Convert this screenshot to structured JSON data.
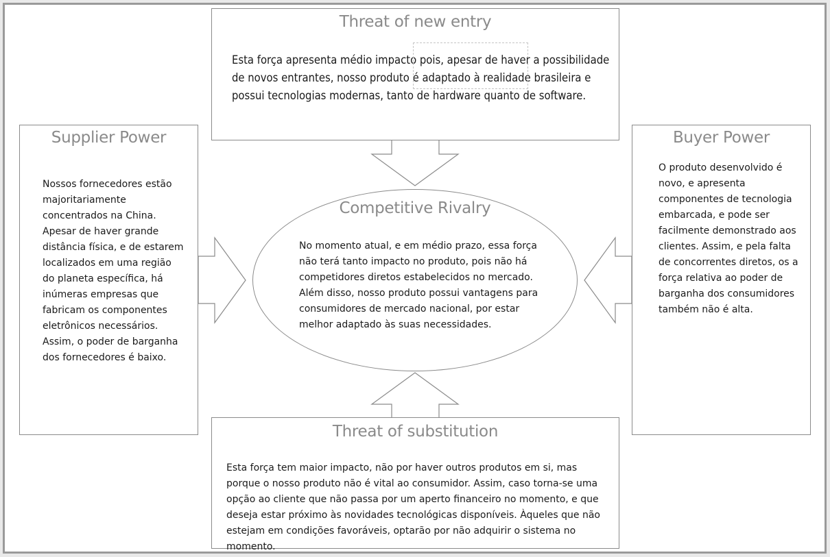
{
  "threat_new_entry": {
    "title": "Threat of new entry",
    "text": "Esta força apresenta médio impacto pois, apesar de haver a possibilidade de novos entrantes, nosso produto é adaptado à realidade brasileira e possui tecnologias modernas, tanto de hardware quanto de software."
  },
  "supplier_power": {
    "title": "Supplier Power",
    "text": "Nossos fornecedores estão majoritariamente concentrados na China. Apesar de haver grande distância física, e de estarem localizados em uma região do planeta específica, há inúmeras empresas que fabricam os componentes eletrônicos necessários. Assim, o poder de barganha dos fornecedores é baixo."
  },
  "buyer_power": {
    "title": "Buyer Power",
    "text": "O produto desenvolvido é novo, e apresenta componentes de tecnologia embarcada, e pode ser facilmente demonstrado aos clientes. Assim, e pela falta de concorrentes diretos, os a força relativa ao poder de barganha dos consumidores também não é alta."
  },
  "competitive_rivalry": {
    "title": "Competitive Rivalry",
    "text": "No momento atual, e em médio prazo, essa força não terá tanto impacto no produto, pois não há competidores diretos estabelecidos no mercado. Além disso, nosso produto possui vantagens para consumidores de mercado nacional, por estar melhor adaptado às suas necessidades."
  },
  "threat_substitution": {
    "title": "Threat of substitution",
    "text": "Esta força tem maior impacto, não por haver outros produtos em si, mas porque o nosso produto não é vital ao consumidor. Assim, caso torna-se uma opção ao cliente que não passa por um aperto financeiro no momento, e que deseja estar próximo às novidades tecnológicas disponíveis. Àqueles que não estejam em condições favoráveis, optarão por não adquirir o sistema no momento."
  }
}
